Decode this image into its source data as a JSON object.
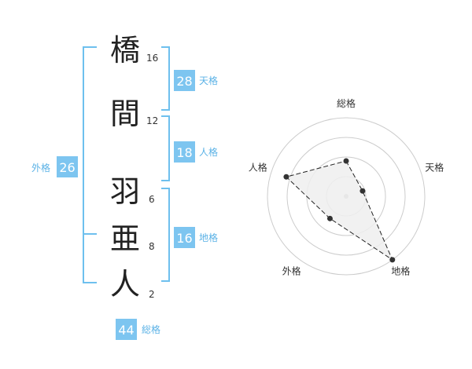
{
  "name_chars": [
    {
      "char": "橋",
      "strokes": "16"
    },
    {
      "char": "間",
      "strokes": "12"
    },
    {
      "char": "羽",
      "strokes": "6"
    },
    {
      "char": "亜",
      "strokes": "8"
    },
    {
      "char": "人",
      "strokes": "2"
    }
  ],
  "kaku": {
    "tenkaku": {
      "value": "28",
      "label": "天格"
    },
    "jinkaku": {
      "value": "18",
      "label": "人格"
    },
    "chikaku": {
      "value": "16",
      "label": "地格"
    },
    "gaikaku": {
      "value": "26",
      "label": "外格"
    },
    "soukaku": {
      "value": "44",
      "label": "総格"
    }
  },
  "colors": {
    "accent": "#6ec0ee",
    "badge": "#7dc5f0",
    "badge_label": "#5bb2e6",
    "grid": "#cccccc",
    "polygon_fill": "#eeeeee",
    "point": "#333333"
  },
  "chart_data": {
    "type": "radar",
    "axes": [
      "総格",
      "天格",
      "地格",
      "外格",
      "人格"
    ],
    "values": [
      0.45,
      0.22,
      1.0,
      0.35,
      0.8
    ],
    "max": 1.0,
    "rings": 4
  }
}
